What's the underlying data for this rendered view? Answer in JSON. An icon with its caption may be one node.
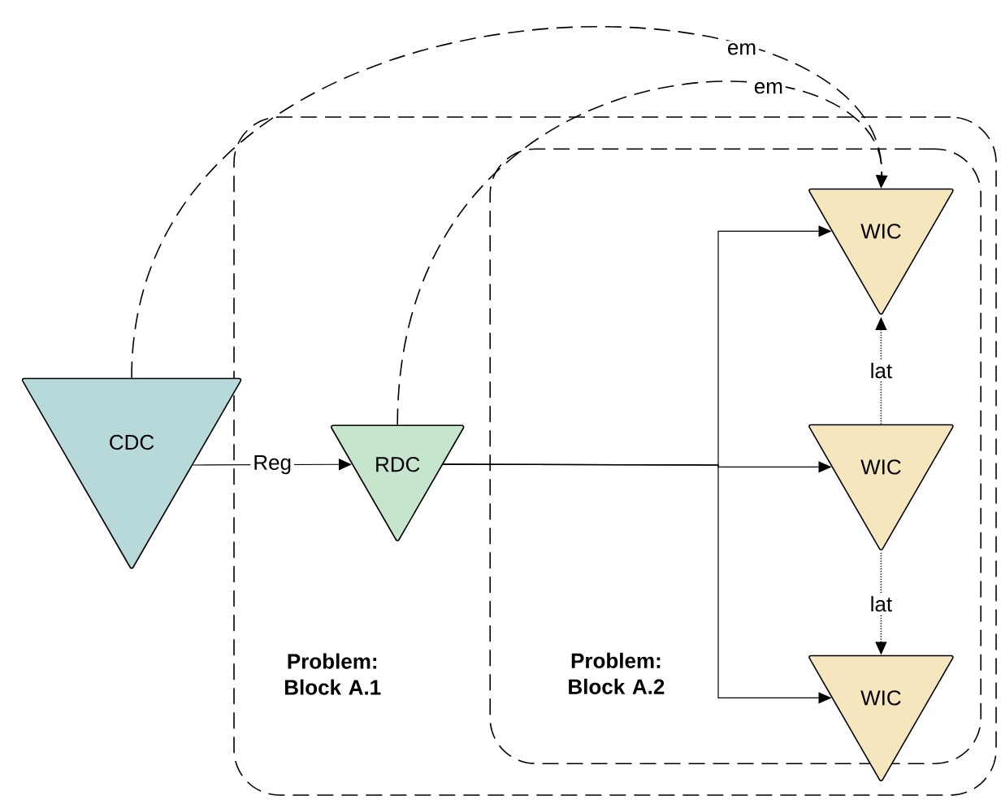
{
  "diagram": {
    "nodes": [
      {
        "text": [
          "Problem: Block A.1"
        ]
      },
      {
        "text": [
          "Problem: Block A.2"
        ],
        "in": 0
      },
      {
        "text": [
          "CDC"
        ]
      },
      {
        "text": [
          "RDC"
        ],
        "in": 0
      },
      {
        "text": [
          "WIC"
        ],
        "in": 1
      },
      {
        "text": [
          "WIC"
        ],
        "in": 1
      },
      {
        "text": [
          "WIC"
        ],
        "in": 1
      }
    ],
    "edges": [
      {
        "from": 2,
        "to": 3,
        "arrow": "to",
        "label": "Reg"
      },
      {
        "from": 3,
        "to": 4,
        "arrow": "to"
      },
      {
        "from": 3,
        "to": 5,
        "arrow": "to"
      },
      {
        "from": 3,
        "to": 6,
        "arrow": "to"
      },
      {
        "from": 2,
        "to": 4,
        "arrow": "to",
        "label": "em",
        "style": "dashed"
      },
      {
        "from": 3,
        "to": 4,
        "arrow": "to",
        "label": "em",
        "style": "dashed"
      },
      {
        "from": 5,
        "to": 4,
        "arrow": "to",
        "label": "lat",
        "style": "dashed"
      },
      {
        "from": 5,
        "to": 6,
        "arrow": "to",
        "label": "lat",
        "style": "dashed"
      }
    ]
  }
}
